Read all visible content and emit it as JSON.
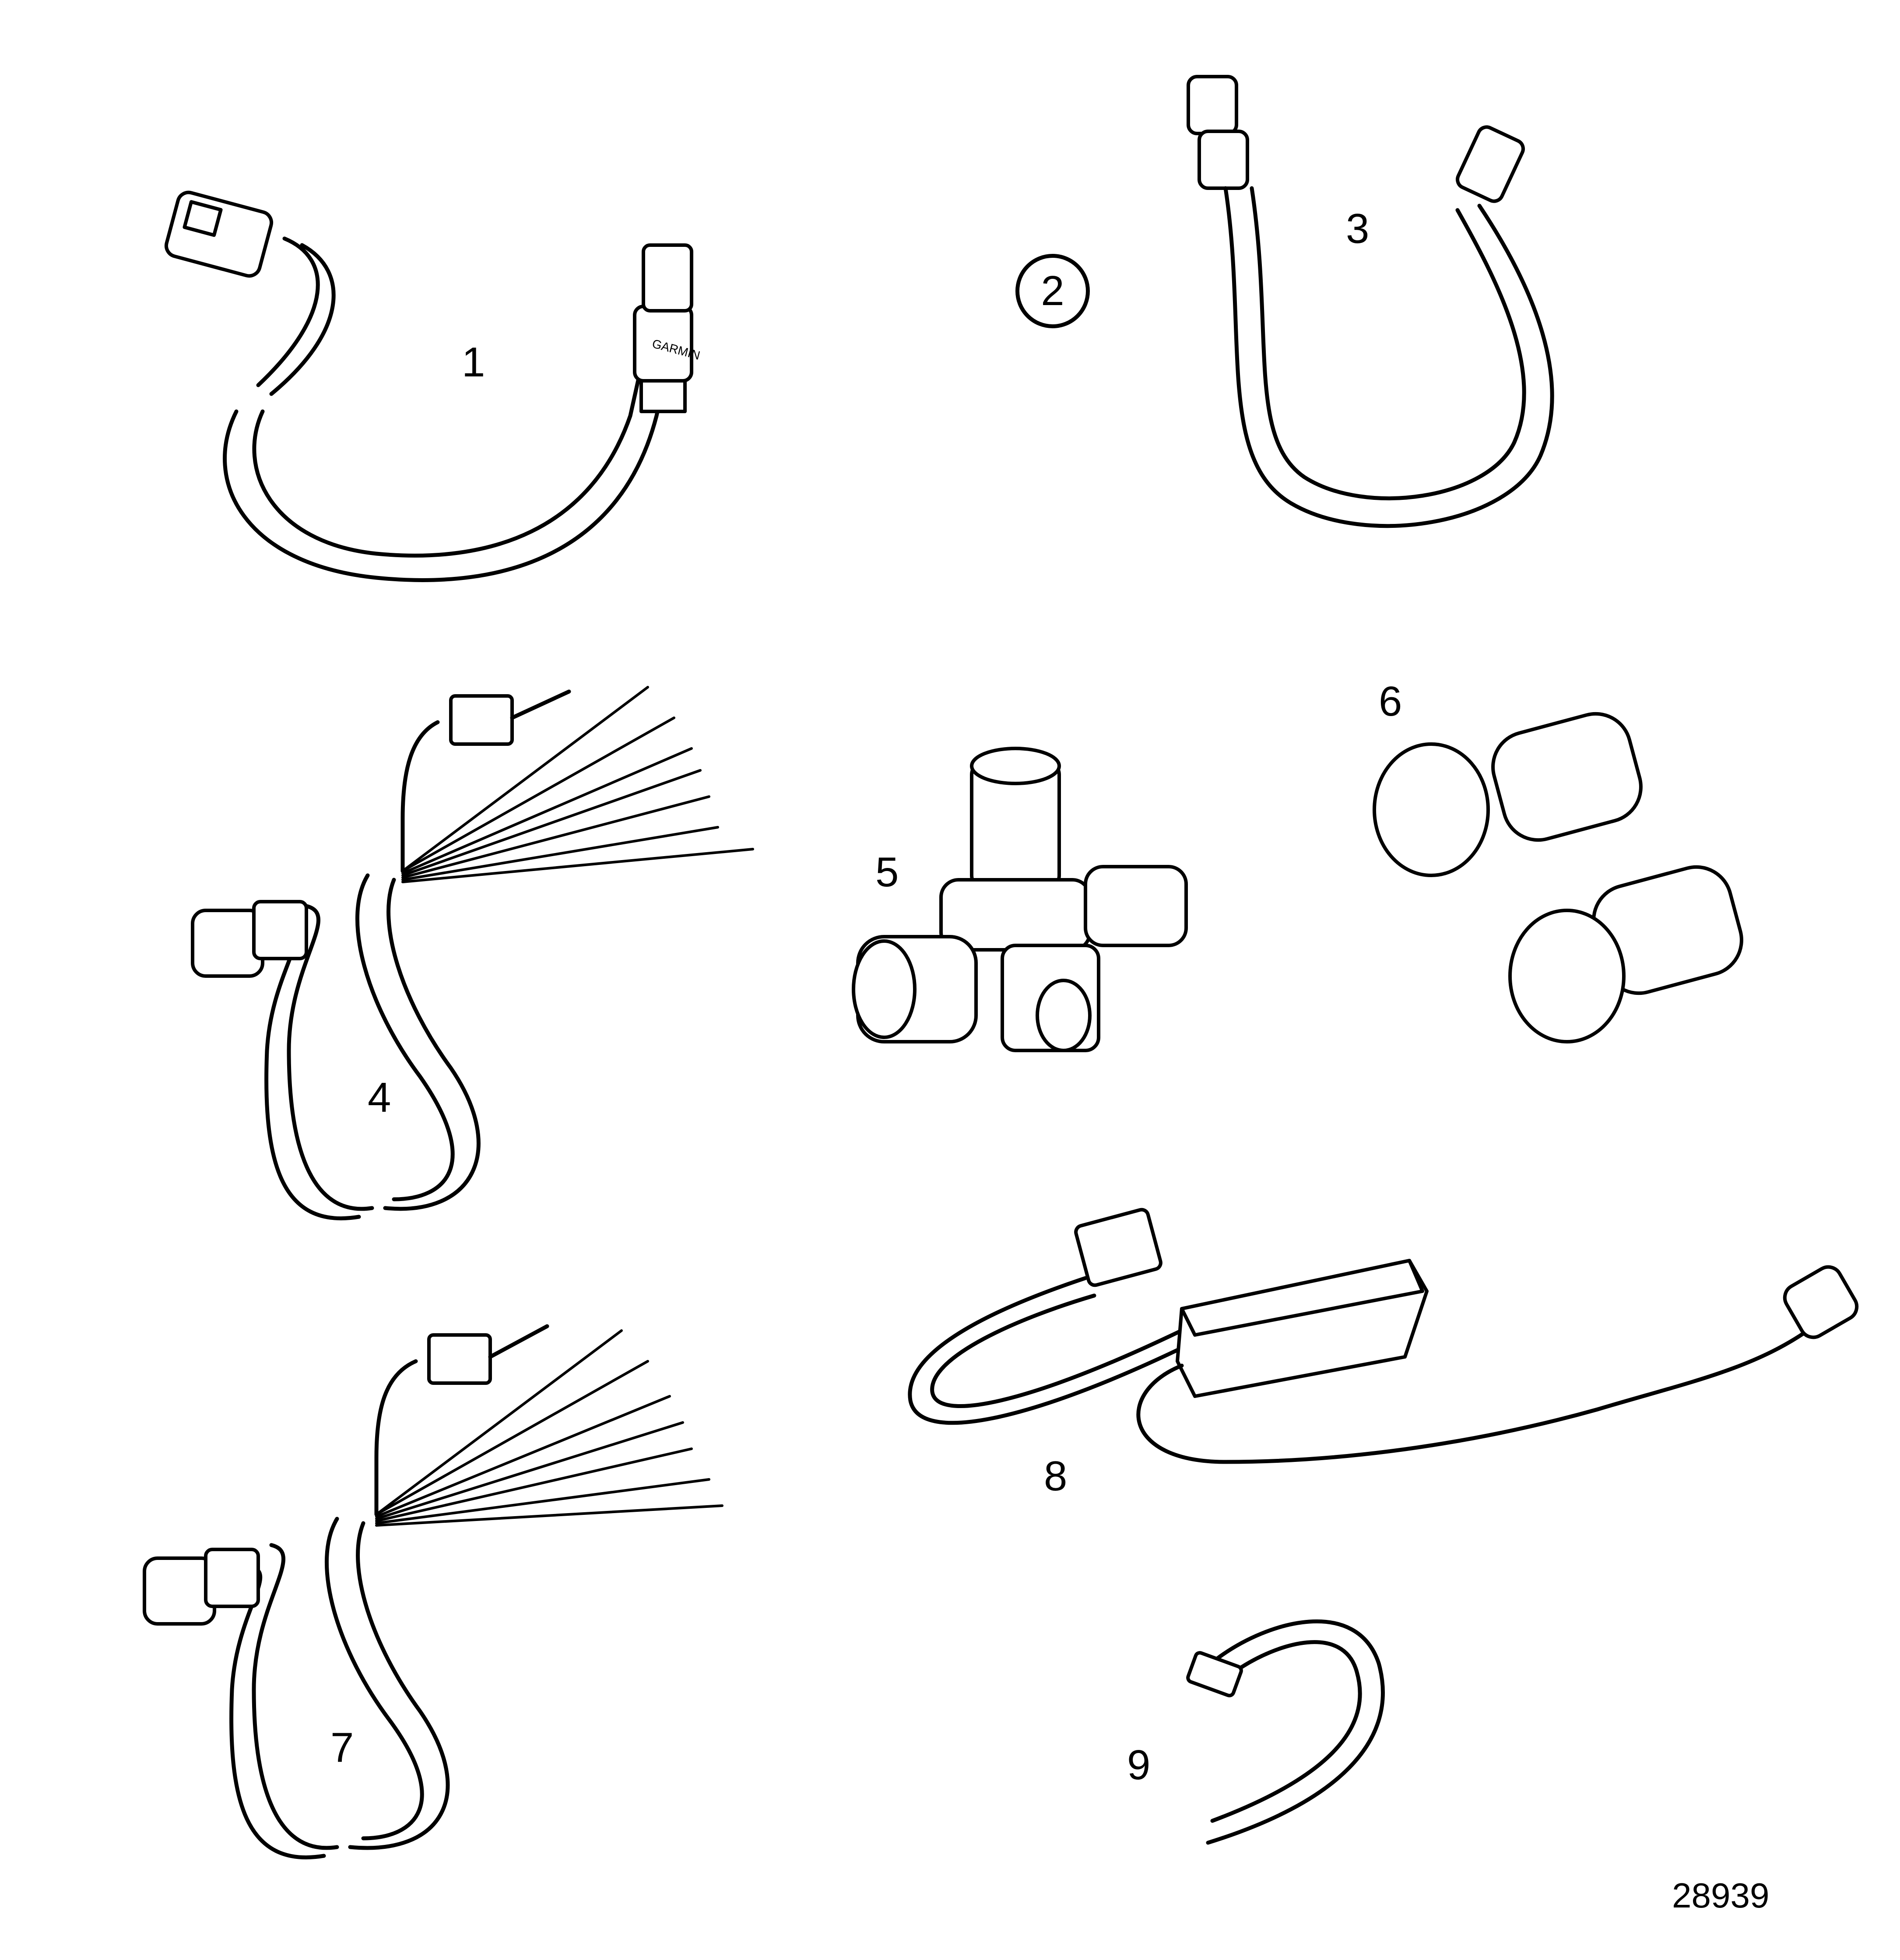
{
  "callouts": {
    "c1": "1",
    "c2": "2",
    "c3": "3",
    "c4": "4",
    "c5": "5",
    "c6": "6",
    "c7": "7",
    "c8": "8",
    "c9": "9"
  },
  "figure_id": "28939",
  "connector_brand_marking": "GARMIN"
}
